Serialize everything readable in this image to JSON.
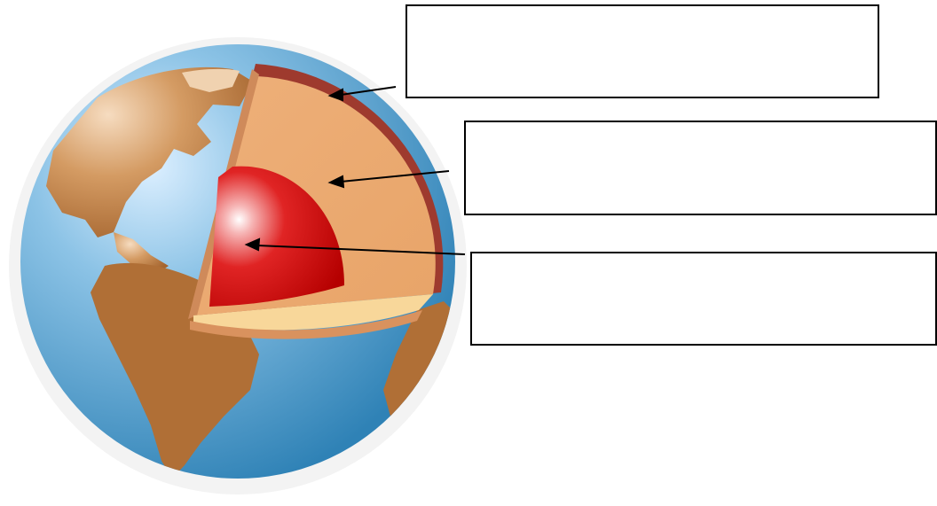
{
  "diagram": {
    "colors": {
      "ocean": "#3f8fbf",
      "ocean_light": "#a9d3ee",
      "land": "#b0703a",
      "land_light": "#efc9a0",
      "crust": "#9e3a2e",
      "mantle": "#e9a86e",
      "core": "#d40c0c",
      "core_floor": "#f8d79a",
      "arrow": "#000000",
      "box_border": "#000000"
    },
    "labels": [
      {
        "id": "crust",
        "text": ""
      },
      {
        "id": "mantle",
        "text": ""
      },
      {
        "id": "core",
        "text": ""
      }
    ]
  }
}
